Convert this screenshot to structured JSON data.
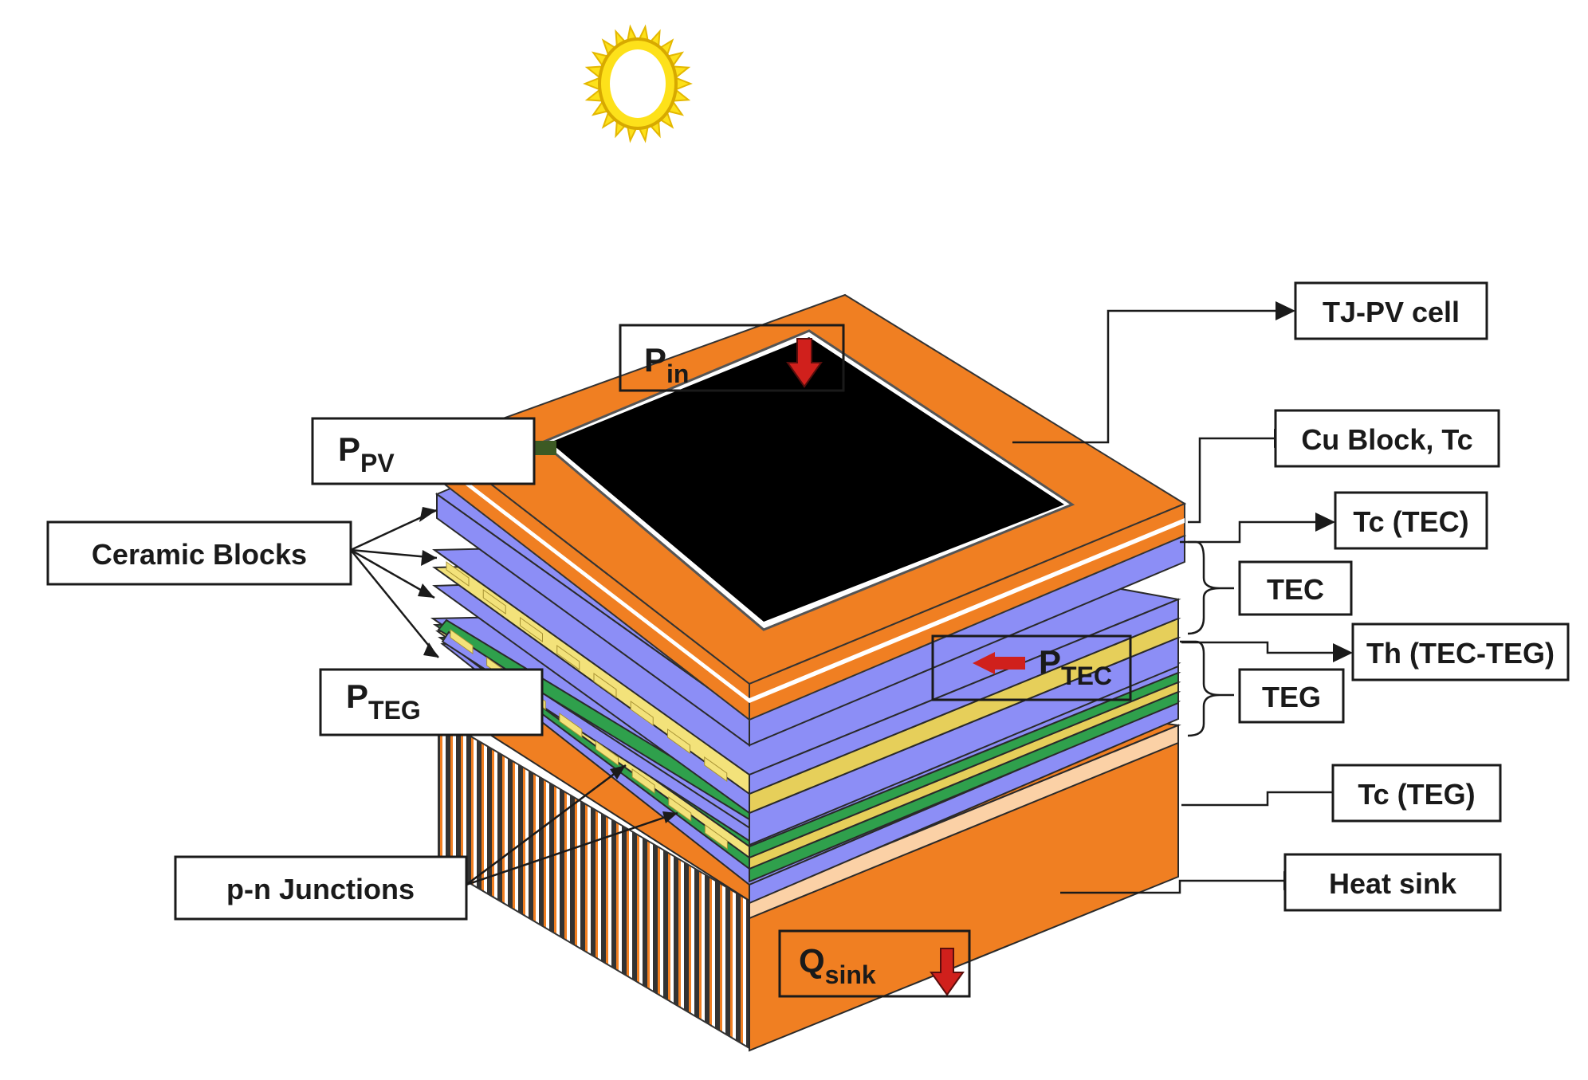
{
  "labels": {
    "tj_pv_cell": "TJ-PV cell",
    "cu_block": "Cu Block, Tc",
    "tc_tec": "Tc (TEC)",
    "tec": "TEC",
    "th_tec_teg": "Th (TEC-TEG)",
    "teg": "TEG",
    "tc_teg": "Tc (TEG)",
    "heat_sink": "Heat sink",
    "ceramic_blocks": "Ceramic Blocks",
    "pn_junctions": "p-n Junctions"
  },
  "power": {
    "p_in": {
      "base": "P",
      "sub": "in"
    },
    "p_pv": {
      "base": "P",
      "sub": "PV"
    },
    "p_teg": {
      "base": "P",
      "sub": "TEG"
    },
    "p_tec": {
      "base": "P",
      "sub": "TEC"
    },
    "q_sink": {
      "base": "Q",
      "sub": "sink"
    }
  },
  "colors": {
    "orange": "#f07f22",
    "blue": "#8c8ef6",
    "green": "#2fa04c",
    "yellow": "#f3e27a",
    "black": "#000000",
    "sun": "#fde11a",
    "arrow_red": "#d0201c",
    "arrow_green": "#3c5a24"
  },
  "icons": {
    "sun": "sun-icon",
    "arrow_down": "arrow-down-icon",
    "arrow_left": "arrow-left-icon"
  }
}
